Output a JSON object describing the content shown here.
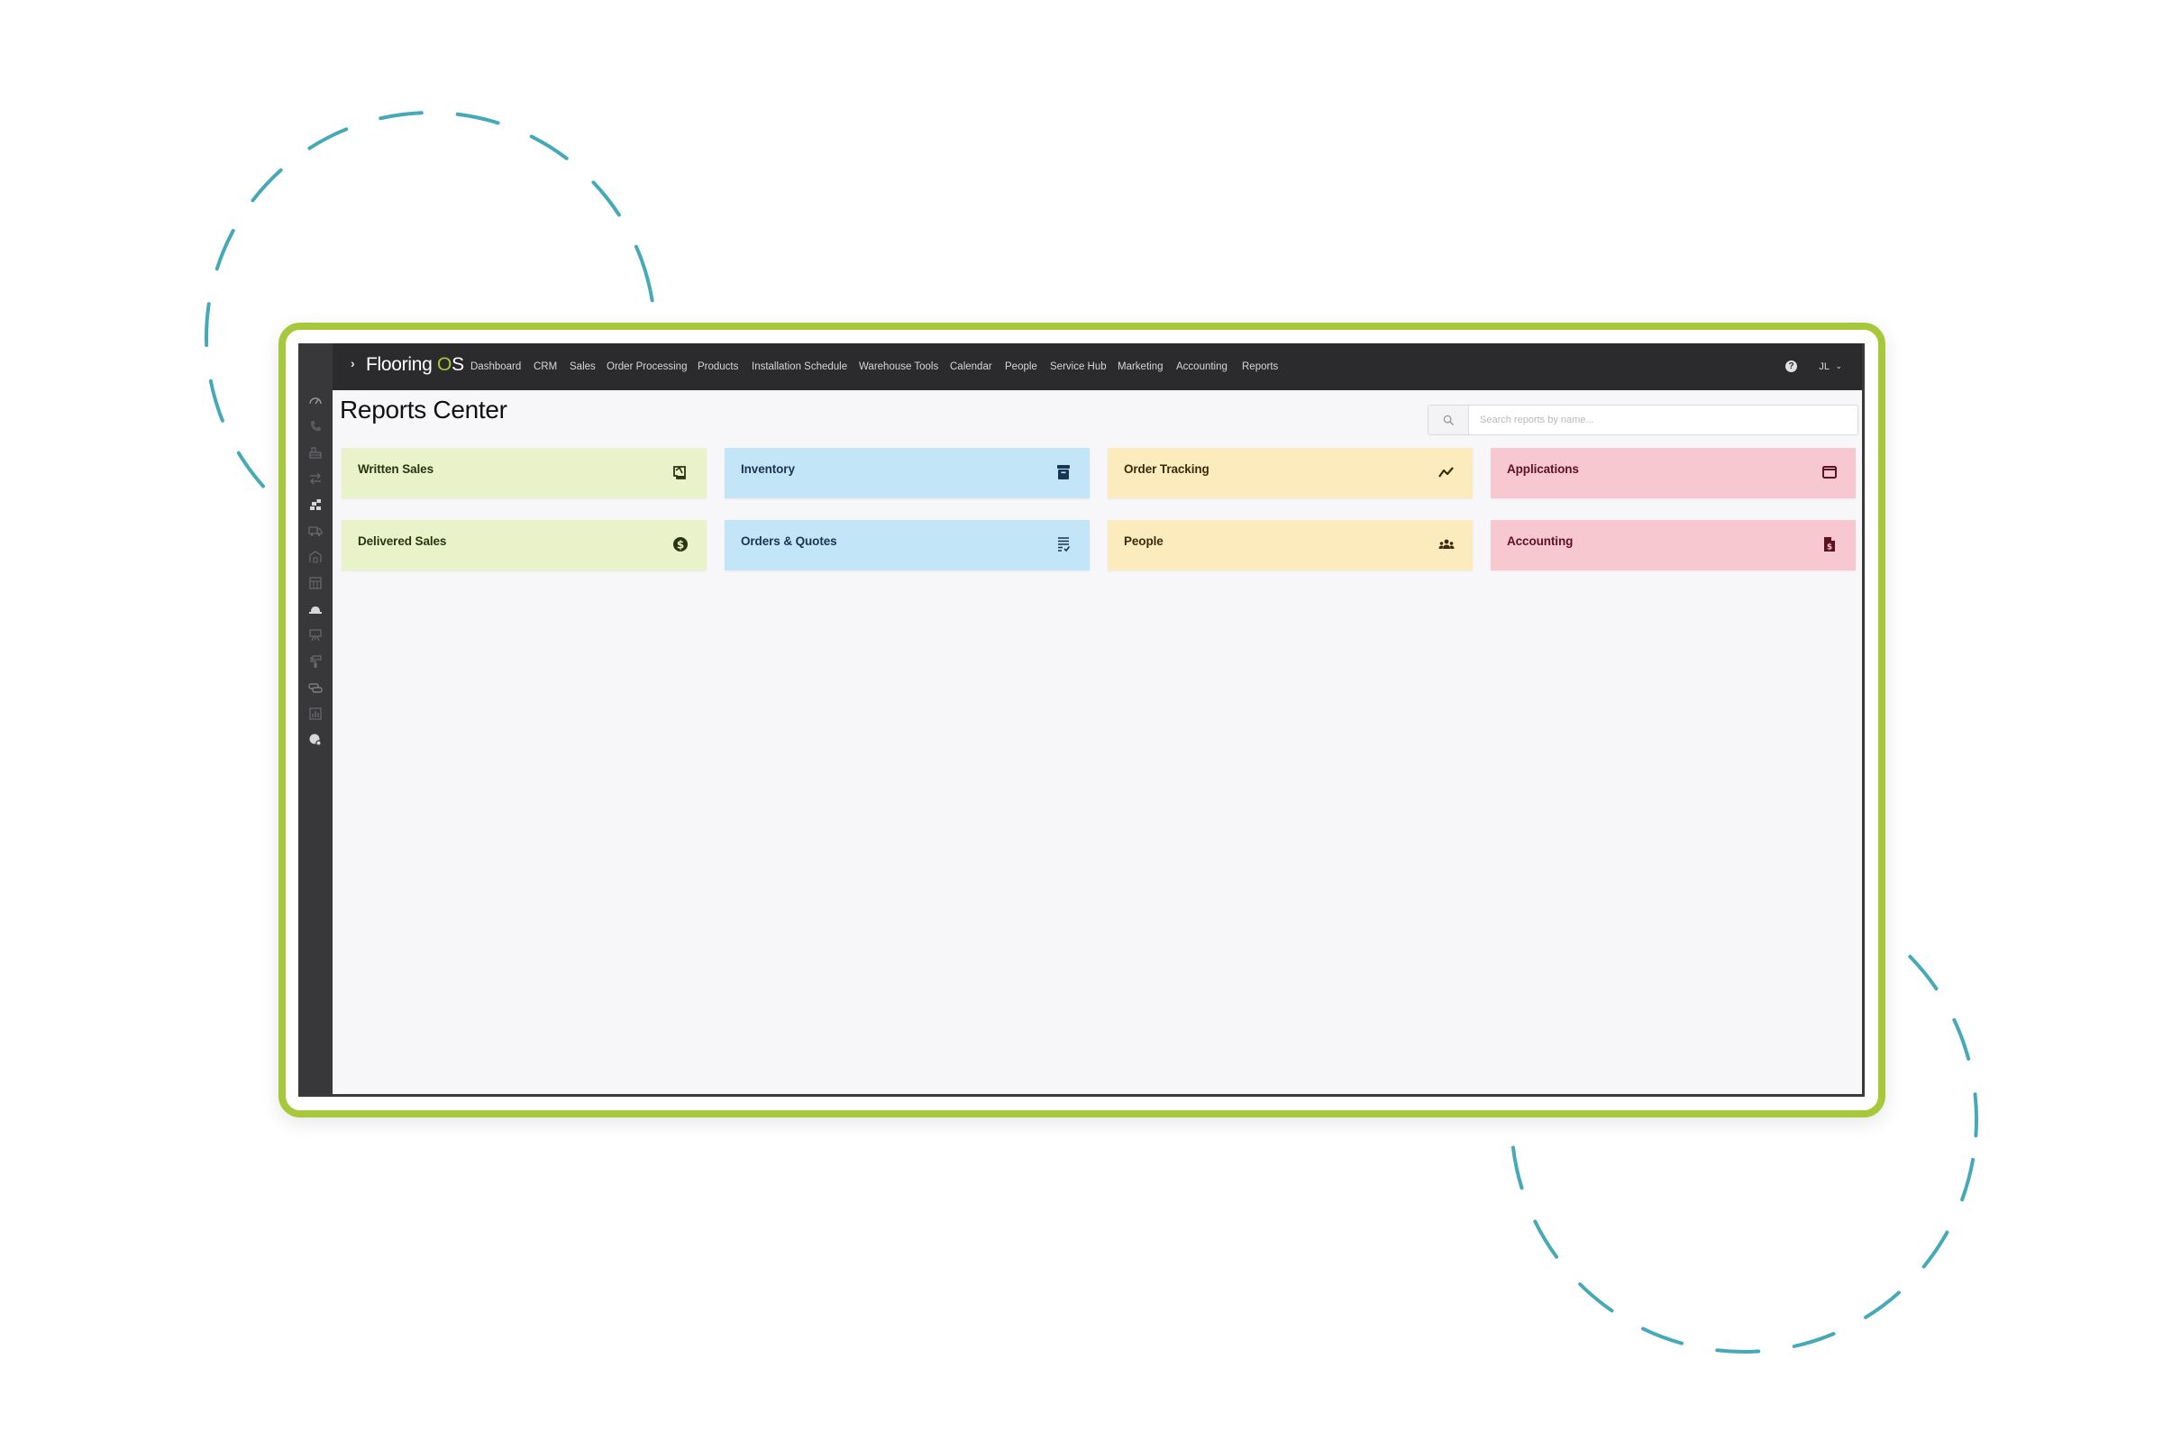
{
  "colors": {
    "frame_green": "#a8c83c",
    "dash_teal": "#45a9b8",
    "topbar": "#2b2b2e",
    "sidebar": "#38383b",
    "brand_accent": "#a8c83c"
  },
  "header": {
    "expand_icon": "chevron-right-icon",
    "brand": {
      "main": "Flooring ",
      "accent": "O",
      "tail": "S"
    },
    "nav": [
      "Dashboard",
      "CRM",
      "Sales",
      "Order Processing",
      "Products",
      "Installation Schedule",
      "Warehouse Tools",
      "Calendar",
      "People",
      "Service Hub",
      "Marketing",
      "Accounting",
      "Reports"
    ],
    "help_icon": "?",
    "user_initials": "JL",
    "user_chevron": "⌄"
  },
  "sidebar": {
    "icons": [
      {
        "name": "gauge-icon",
        "active": false
      },
      {
        "name": "phone-icon",
        "active": false
      },
      {
        "name": "store-icon",
        "active": false
      },
      {
        "name": "exchange-icon",
        "active": false
      },
      {
        "name": "boxes-icon",
        "active": true
      },
      {
        "name": "truck-icon",
        "active": false
      },
      {
        "name": "warehouse-icon",
        "active": false
      },
      {
        "name": "shelves-icon",
        "active": false
      },
      {
        "name": "hard-hat-icon",
        "active": true
      },
      {
        "name": "presentation-icon",
        "active": false
      },
      {
        "name": "paint-roller-icon",
        "active": false
      },
      {
        "name": "cars-icon",
        "active": false
      },
      {
        "name": "chart-icon",
        "active": false
      },
      {
        "name": "pie-settings-icon",
        "active": true
      }
    ]
  },
  "main": {
    "title": "Reports Center",
    "search": {
      "placeholder": "Search reports by name...",
      "value": "",
      "icon": "search-icon"
    },
    "cards": [
      {
        "label": "Written Sales",
        "icon": "signed-document-icon",
        "color": "green"
      },
      {
        "label": "Inventory",
        "icon": "archive-box-icon",
        "color": "blue"
      },
      {
        "label": "Order Tracking",
        "icon": "trend-line-icon",
        "color": "yellow"
      },
      {
        "label": "Applications",
        "icon": "window-icon",
        "color": "pink"
      },
      {
        "label": "Delivered Sales",
        "icon": "dollar-circle-icon",
        "color": "green"
      },
      {
        "label": "Orders & Quotes",
        "icon": "checklist-icon",
        "color": "blue"
      },
      {
        "label": "People",
        "icon": "users-group-icon",
        "color": "yellow"
      },
      {
        "label": "Accounting",
        "icon": "invoice-dollar-icon",
        "color": "pink"
      }
    ]
  }
}
